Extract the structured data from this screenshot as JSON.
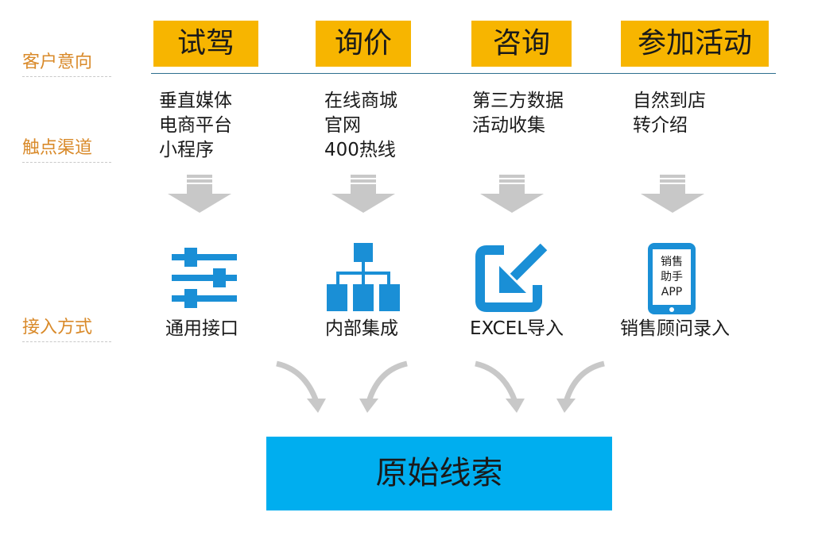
{
  "row_labels": {
    "intent": "客户意向",
    "channel": "触点渠道",
    "access": "接入方式"
  },
  "intents": [
    "试驾",
    "询价",
    "咨询",
    "参加活动"
  ],
  "channels": [
    [
      "垂直媒体",
      "电商平台",
      "小程序"
    ],
    [
      "在线商城",
      "官网",
      "400热线"
    ],
    [
      "第三方数据",
      "活动收集"
    ],
    [
      "自然到店",
      "转介绍"
    ]
  ],
  "methods": [
    {
      "label": "通用接口",
      "icon": "sliders-icon"
    },
    {
      "label": "内部集成",
      "icon": "org-chart-icon"
    },
    {
      "label": "EXCEL导入",
      "icon": "import-icon"
    },
    {
      "label": "销售顾问录入",
      "icon": "phone-app-icon",
      "phone_text": [
        "销售",
        "助手",
        "APP"
      ]
    }
  ],
  "result": "原始线索",
  "colors": {
    "intent_box": "#f7b500",
    "row_label": "#d98a2a",
    "icon_blue": "#1a8fd6",
    "result_box": "#00aeef",
    "arrow_gray": "#c8c8c8"
  }
}
